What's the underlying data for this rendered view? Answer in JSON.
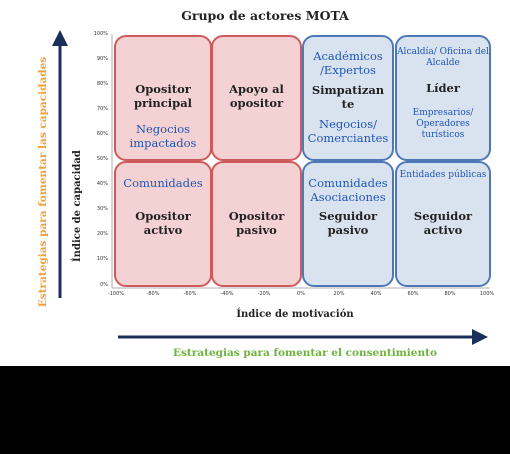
{
  "title": "Grupo de actores MOTA",
  "y_axis_label": "Índice de capacidad",
  "x_axis_label": "Índice de motivación",
  "y_ticks": [
    "100%",
    "90%",
    "80%",
    "70%",
    "60%",
    "50%",
    "40%",
    "30%",
    "20%",
    "10%",
    "0%"
  ],
  "x_ticks": [
    "-100%",
    "-80%",
    "-60%",
    "-40%",
    "-20%",
    "0%",
    "20%",
    "40%",
    "60%",
    "80%",
    "100%"
  ],
  "vertical_arrow_label": "Estrategias para fomentar las capacidades",
  "horizontal_arrow_label": "Estrategias para fomentar el consentimiento",
  "colors": {
    "red_fill": "#f4d2d3",
    "red_border": "#cf5a5c",
    "blue_fill": "#d9e3f0",
    "blue_border": "#4f79b6",
    "orange": "#f3a13a",
    "green": "#6db33f",
    "navy": "#1c2f5a"
  },
  "cells": {
    "top_left": {
      "type_label": "Opositor principal",
      "group_label": "Negocios impactados"
    },
    "top_center_left": {
      "type_label": "Apoyo al opositor"
    },
    "top_center_right": {
      "group_label_1": "Académicos /Expertos",
      "type_label": "Simpatizan te",
      "group_label_2": "Negocios/ Comerciantes"
    },
    "top_right": {
      "group_label_1": "Alcaldía/ Oficina del Alcalde",
      "type_label": "Líder",
      "group_label_2": "Empresarios/ Operadores turísticos"
    },
    "bottom_left": {
      "group_label": "Comunidades",
      "type_label": "Opositor activo"
    },
    "bottom_center_left": {
      "type_label": "Opositor pasivo"
    },
    "bottom_center_right": {
      "group_label": "Comunidades Asociaciones",
      "type_label": "Seguidor pasivo"
    },
    "bottom_right": {
      "group_label": "Entidades públicas",
      "type_label": "Seguidor activo"
    }
  }
}
